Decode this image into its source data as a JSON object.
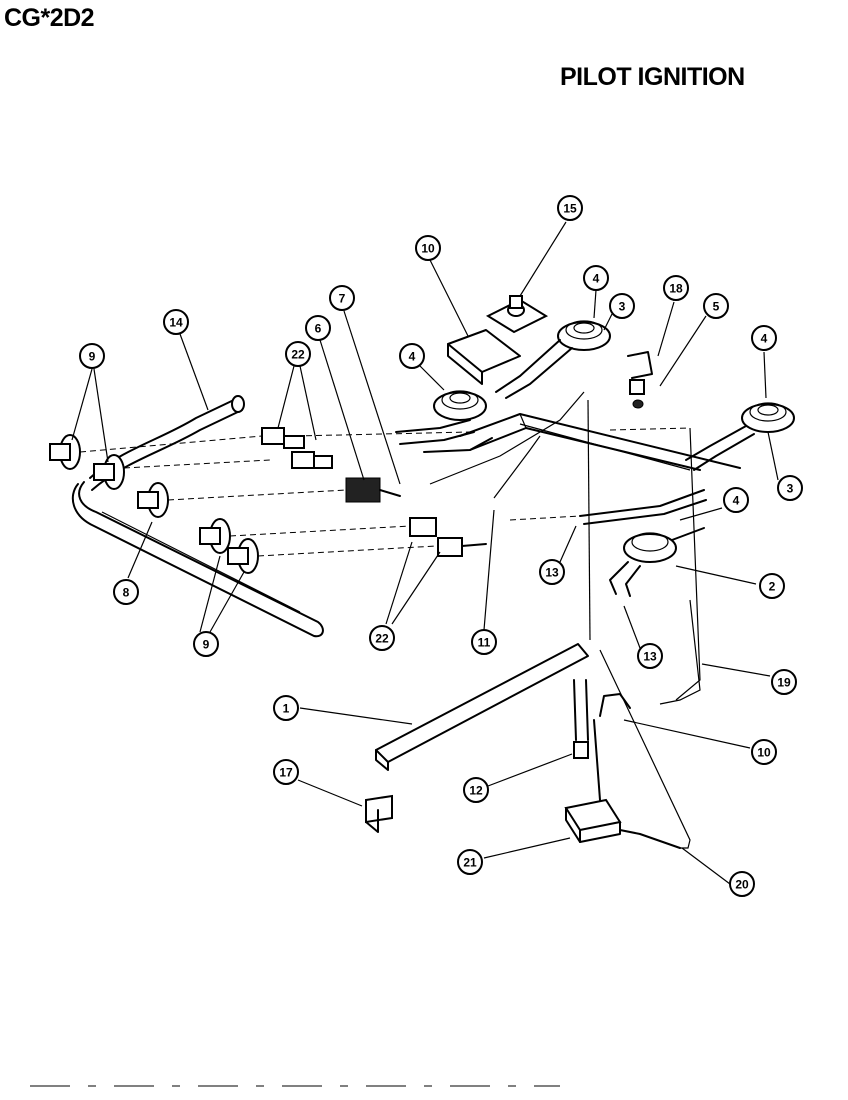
{
  "header": {
    "model_code": "CG*2D2",
    "title": "PILOT IGNITION"
  },
  "callouts": [
    "1",
    "2",
    "3",
    "3",
    "4",
    "4",
    "4",
    "4",
    "5",
    "6",
    "7",
    "8",
    "9",
    "9",
    "10",
    "10",
    "11",
    "12",
    "13",
    "13",
    "14",
    "15",
    "17",
    "18",
    "19",
    "20",
    "21",
    "22",
    "22"
  ]
}
